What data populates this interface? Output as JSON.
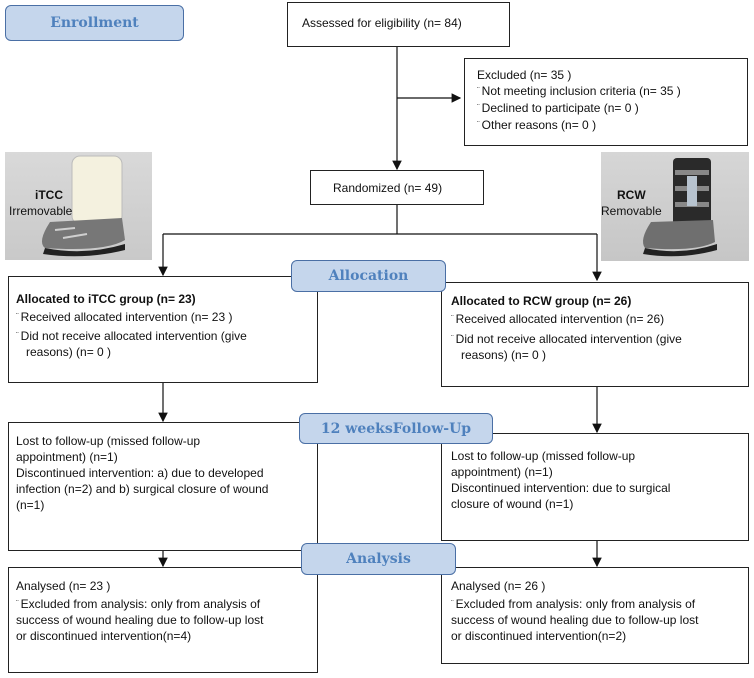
{
  "headers": {
    "enrollment": "Enrollment",
    "allocation": "Allocation",
    "followup": "12 weeksFollow-Up",
    "analysis": "Analysis"
  },
  "assessed": "Assessed for eligibility (n= 84)",
  "excluded": {
    "title": "Excluded  (n= 35  )",
    "items": [
      "Not meeting inclusion criteria (n= 35 )",
      "Declined to participate (n= 0 )",
      "Other reasons (n= 0 )"
    ]
  },
  "randomized": "Randomized (n= 49)",
  "photos": {
    "left": {
      "name": "iTCC",
      "type": "Irremovable"
    },
    "right": {
      "name": "RCW",
      "type": "Removable"
    }
  },
  "alloc_left": {
    "title": "Allocated to iTCC group (n= 23)",
    "received": "Received allocated intervention (n= 23 )",
    "not_received_1": "Did not receive allocated intervention (give",
    "not_received_2": "reasons) (n= 0 )"
  },
  "alloc_right": {
    "title": "Allocated to RCW group (n= 26)",
    "received": "Received allocated intervention (n= 26)",
    "not_received_1": "Did not receive allocated intervention (give",
    "not_received_2": "reasons) (n= 0 )"
  },
  "followup_left": [
    "Lost to follow-up (missed follow-up",
    "appointment) (n=1)",
    "Discontinued intervention: a) due to developed",
    "infection (n=2) and b) surgical closure of wound",
    "(n=1)"
  ],
  "followup_right": [
    "Lost to follow-up (missed follow-up",
    "appointment) (n=1)",
    "Discontinued intervention: due to surgical",
    "closure of wound (n=1)"
  ],
  "analysis_left": {
    "analysed": "Analysed (n= 23 )",
    "excl_1": "Excluded from analysis: only from analysis of",
    "excl_2": "success of wound healing due to follow-up lost",
    "excl_3": "or discontinued intervention(n=4)"
  },
  "analysis_right": {
    "analysed": "Analysed (n= 26 )",
    "excl_1": "Excluded from analysis: only from analysis of",
    "excl_2": "success of wound healing due to follow-up lost",
    "excl_3": "or discontinued intervention(n=2)"
  }
}
